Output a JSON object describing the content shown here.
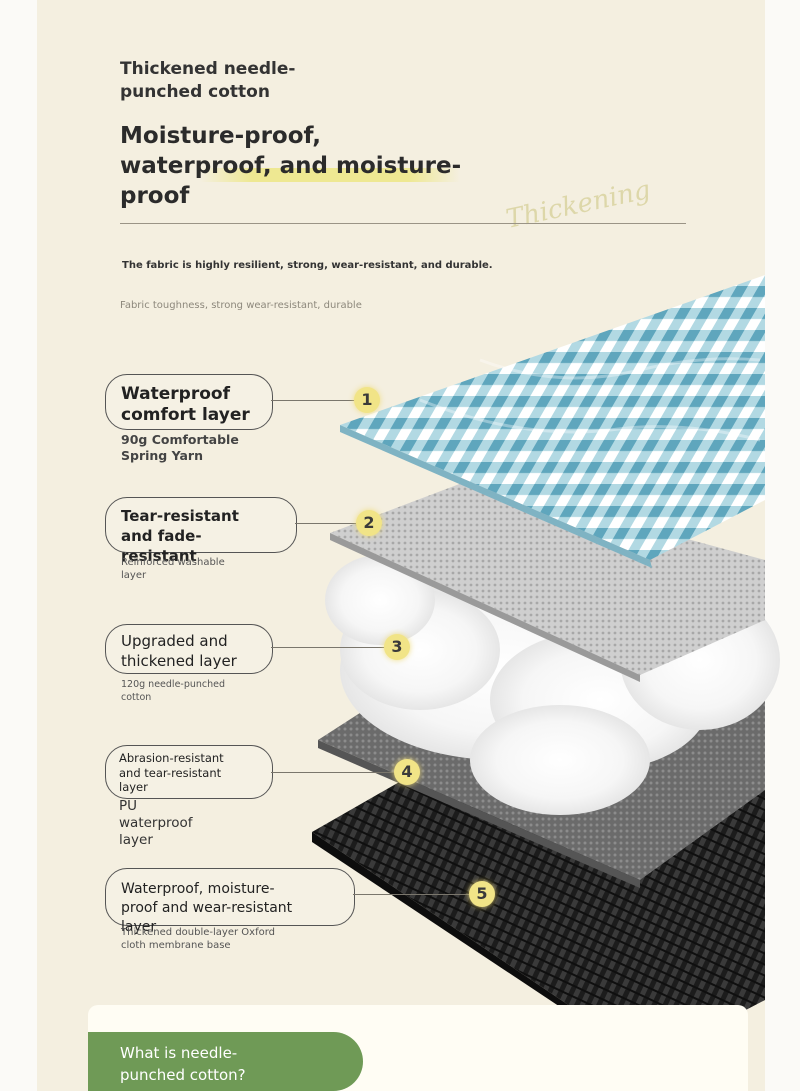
{
  "header": {
    "subtitle_line1": "Thickened needle-",
    "subtitle_line2": "punched cotton",
    "headline_line1": "Moisture-proof,",
    "headline_line2": "waterproof, and moisture-",
    "headline_line3": "proof",
    "watermark": "Thickening",
    "desc1": "The fabric is highly resilient, strong, wear-resistant, and durable.",
    "desc2": "Fabric toughness, strong wear-resistant, durable"
  },
  "layers": [
    {
      "number": "1",
      "title_line1": "Waterproof",
      "title_line2": "comfort layer",
      "detail_line1": "90g Comfortable",
      "detail_line2": "Spring Yarn"
    },
    {
      "number": "2",
      "title_line1": "Tear-resistant",
      "title_line2": "and fade-",
      "title_line3": "resistant",
      "detail_line1": "Reinforced washable",
      "detail_line2": "layer"
    },
    {
      "number": "3",
      "title_line1": "Upgraded and",
      "title_line2": "thickened layer",
      "detail_line1": "120g needle-punched",
      "detail_line2": "cotton"
    },
    {
      "number": "4",
      "title_line1": "Abrasion-resistant",
      "title_line2": "and tear-resistant",
      "title_line3": "layer",
      "detail_line1": "PU",
      "detail_line2": "waterproof",
      "detail_line3": "layer"
    },
    {
      "number": "5",
      "title_line1": "Waterproof, moisture-",
      "title_line2": "proof and wear-resistant",
      "title_line3": "layer",
      "detail_line1": "Thickened double-layer Oxford",
      "detail_line2": "cloth membrane base"
    }
  ],
  "footer": {
    "question_line1": "What is needle-",
    "question_line2": "punched cotton?"
  },
  "colors": {
    "background": "#f4efe0",
    "gingham": "#8ec3d3",
    "badge": "#f1e487",
    "footer_green": "#6f9a56"
  }
}
